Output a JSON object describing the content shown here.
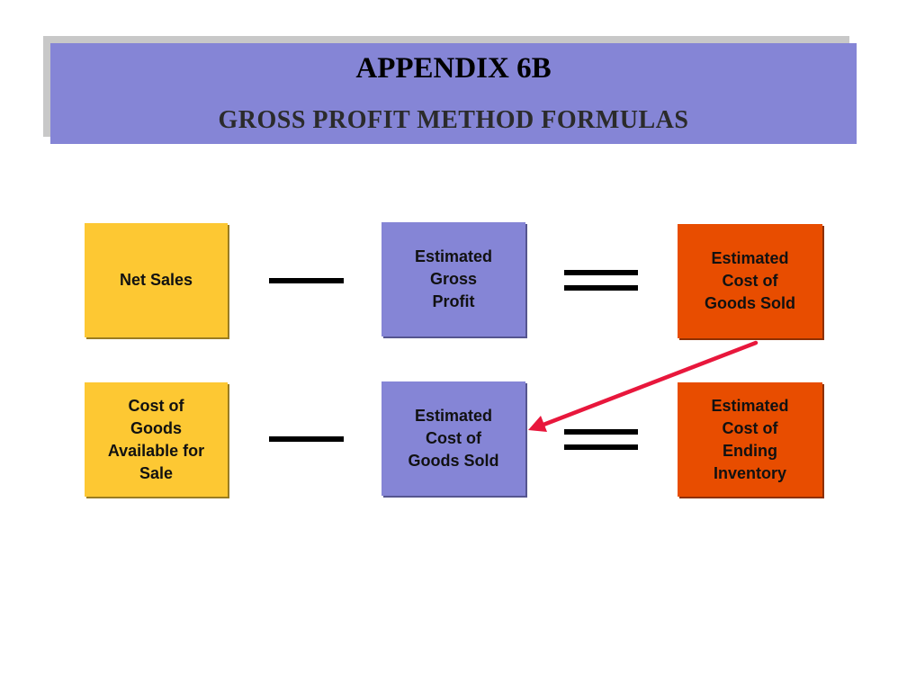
{
  "title": {
    "main": "APPENDIX 6B",
    "sub": "GROSS PROFIT METHOD FORMULAS"
  },
  "formula_1": {
    "term_1": "Net Sales",
    "term_2": "Estimated\nGross\nProfit",
    "result": "Estimated\nCost of\nGoods Sold"
  },
  "formula_2": {
    "term_1": "Cost of\nGoods\nAvailable for\nSale",
    "term_2": "Estimated\nCost of\nGoods Sold",
    "result": "Estimated\nCost of\nEnding\nInventory"
  },
  "colors": {
    "title_bar": "#8585d6",
    "yellow_box": "#fdc833",
    "purple_box": "#8585d6",
    "orange_box": "#e84d00",
    "arrow": "#e8173c"
  }
}
